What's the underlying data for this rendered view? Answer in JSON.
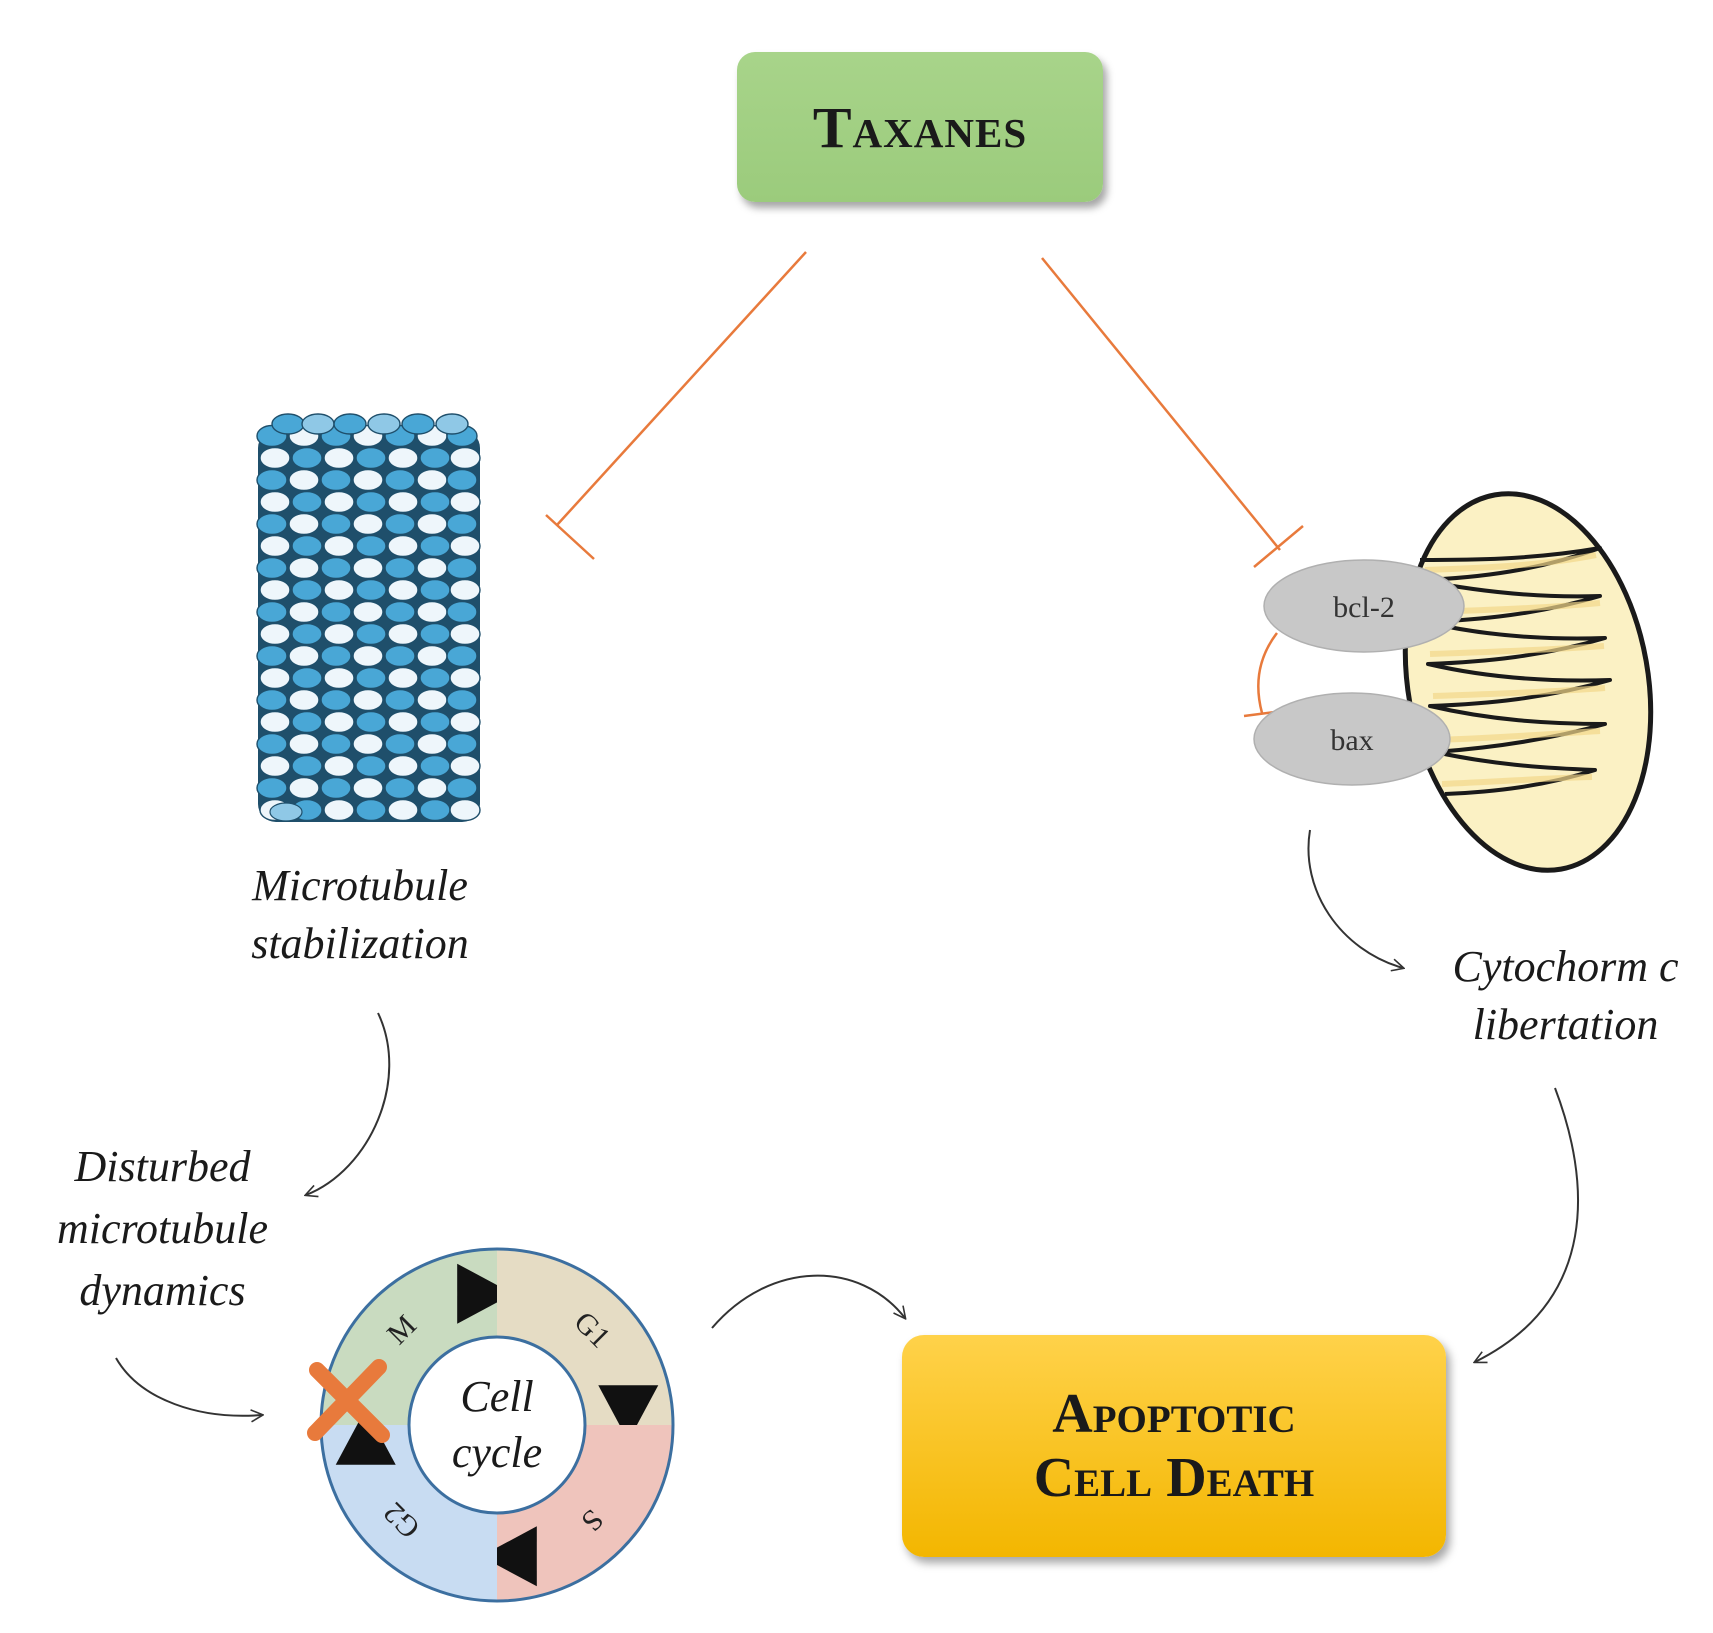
{
  "nodes": {
    "taxanes": "Taxanes",
    "apoptosis": [
      "Apoptotic",
      "Cell Death"
    ]
  },
  "labels": {
    "microtubule_stabilization": "Microtubule\nstabilization",
    "cytochrome_libertation": "Cytochorm c\nlibertation",
    "disturbed_dynamics": "Disturbed\nmicrotubule\ndynamics"
  },
  "proteins": {
    "bcl2": "bcl-2",
    "bax": "bax"
  },
  "cell_cycle": {
    "center_label": [
      "Cell",
      "cycle"
    ],
    "phases": [
      "M",
      "G1",
      "S",
      "G2"
    ],
    "phase_colors": [
      "#c9dbc0",
      "#e5dcc4",
      "#efc4bc",
      "#c8dcf2"
    ],
    "blocked_phase": "M"
  },
  "colors": {
    "inhibition": "#e87a3c",
    "arrow": "#333333",
    "taxanes_fill": "#9fcf80",
    "apoptosis_fill": "#f7c21f",
    "microtubule_dark": "#49a7d6",
    "microtubule_light": "#eef6fb",
    "mitochondria_fill": "#fbf1c4"
  }
}
